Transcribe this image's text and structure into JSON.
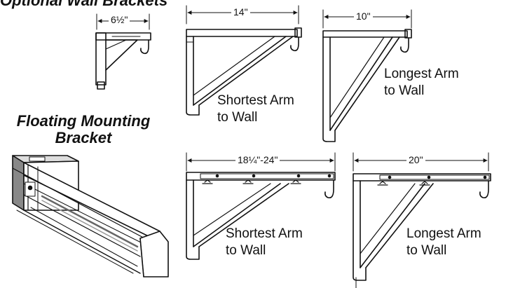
{
  "heading": {
    "line1": "Floating Mounting",
    "line2": "Bracket"
  },
  "top_partial_heading": "Optional Wall Brackets",
  "dimensions": {
    "small_bracket": "6½\"",
    "bracket_14": "14\"",
    "bracket_10": "10\"",
    "bracket_18_24": "18¼\"-24\"",
    "bracket_20": "20\""
  },
  "labels": {
    "shortest_top": {
      "line1": "Shortest Arm",
      "line2": "to Wall"
    },
    "longest_top": {
      "line1": "Longest Arm",
      "line2": "to Wall"
    },
    "shortest_bottom": {
      "line1": "Shortest Arm",
      "line2": "to Wall"
    },
    "longest_bottom": {
      "line1": "Longest Arm",
      "line2": "to Wall"
    }
  },
  "colors": {
    "ink": "#111111",
    "light": "#ffffff",
    "shade": "#cfcfcf"
  }
}
